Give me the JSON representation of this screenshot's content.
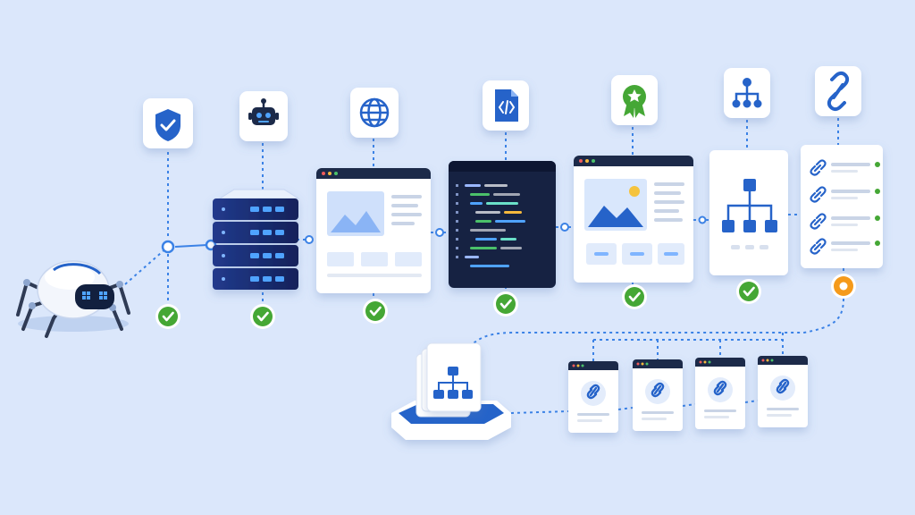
{
  "colors": {
    "background": "#dbe7fb",
    "primary_blue": "#2563c9",
    "dark_navy": "#1b2a4a",
    "check_green": "#45a735",
    "pending_orange": "#f59a1b",
    "connector_blue": "#3b82e6"
  },
  "pipeline": {
    "crawler": {
      "icon": "spider-robot-icon"
    },
    "stages": [
      {
        "key": "security",
        "icon": "shield-check-icon",
        "visual": "none",
        "status": "complete"
      },
      {
        "key": "bot",
        "icon": "robot-icon",
        "visual": "server-stack",
        "status": "complete"
      },
      {
        "key": "web",
        "icon": "globe-icon",
        "visual": "webpage-wireframe",
        "status": "complete"
      },
      {
        "key": "code",
        "icon": "code-file-icon",
        "visual": "code-editor",
        "status": "complete"
      },
      {
        "key": "quality",
        "icon": "award-ribbon-icon",
        "visual": "webpage-with-image",
        "status": "complete"
      },
      {
        "key": "structure",
        "icon": "hierarchy-icon",
        "visual": "org-chart",
        "status": "complete"
      },
      {
        "key": "links",
        "icon": "chain-link-icon",
        "visual": "link-list",
        "status": "in-progress"
      }
    ]
  },
  "sitemap": {
    "icon": "sitemap-stack-icon",
    "linked_pages": 4,
    "page_icon": "chain-link-icon"
  }
}
